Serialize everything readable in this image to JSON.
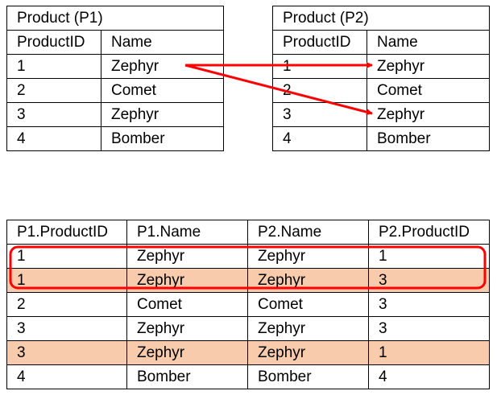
{
  "p1": {
    "title": "Product (P1)",
    "headers": [
      "ProductID",
      "Name"
    ],
    "rows": [
      [
        "1",
        "Zephyr"
      ],
      [
        "2",
        "Comet"
      ],
      [
        "3",
        "Zephyr"
      ],
      [
        "4",
        "Bomber"
      ]
    ]
  },
  "p2": {
    "title": "Product (P2)",
    "headers": [
      "ProductID",
      "Name"
    ],
    "rows": [
      [
        "1",
        "Zephyr"
      ],
      [
        "2",
        "Comet"
      ],
      [
        "3",
        "Zephyr"
      ],
      [
        "4",
        "Bomber"
      ]
    ]
  },
  "result": {
    "headers": [
      "P1.ProductID",
      "P1.Name",
      "P2.Name",
      "P2.ProductID"
    ],
    "rows": [
      [
        "1",
        "Zephyr",
        "Zephyr",
        "1"
      ],
      [
        "1",
        "Zephyr",
        "Zephyr",
        "3"
      ],
      [
        "2",
        "Comet",
        "Comet",
        "3"
      ],
      [
        "3",
        "Zephyr",
        "Zephyr",
        "3"
      ],
      [
        "3",
        "Zephyr",
        "Zephyr",
        "1"
      ],
      [
        "4",
        "Bomber",
        "Bomber",
        "4"
      ]
    ],
    "highlighted_rows": [
      1,
      4
    ],
    "highlight_color": "#f8cbad",
    "boxed_rows": [
      0,
      1
    ]
  },
  "annotation_color": "#ff0000"
}
